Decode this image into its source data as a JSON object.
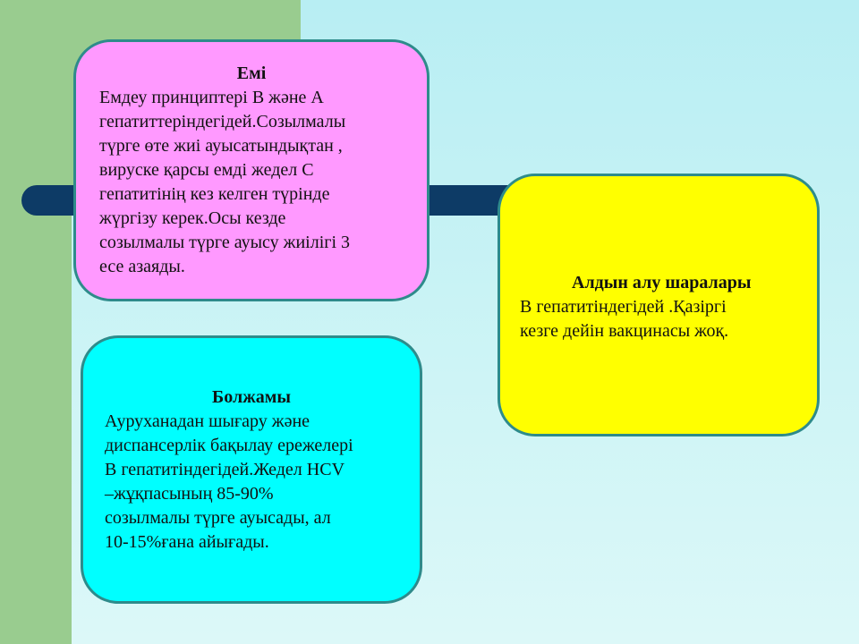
{
  "colors": {
    "green_band": "#99cc8f",
    "bar": "#0d3b66",
    "box_border": "#2e8b8b",
    "box_emi": "#ff99ff",
    "box_boljamy": "#00ffff",
    "box_aldyn": "#ffff00"
  },
  "emi": {
    "title": "Емі",
    "body": "Емдеу принциптері  В және А\nгепатиттеріндегідей.Созылмалы\nтүрге өте жиі ауысатындықтан ,\nвируске қарсы емді жедел С\nгепатитінің  кез келген  түрінде\nжүргізу  керек.Осы кезде\nсозылмалы түрге ауысу жиілігі 3\nесе азаяды."
  },
  "boljamy": {
    "title": "Болжамы",
    "body": "Ауруханадан шығару және\nдиспансерлік бақылау ережелері\nВ гепатитіндегідей.Жедел HCV\n–жұқпасының  85-90%\nсозылмалы түрге ауысады,  ал\n10-15%ғана айығады."
  },
  "aldyn": {
    "title": "Алдын алу шаралары",
    "body": "В гепатитіндегідей .Қазіргі\nкезге дейін  вакцинасы жоқ."
  }
}
